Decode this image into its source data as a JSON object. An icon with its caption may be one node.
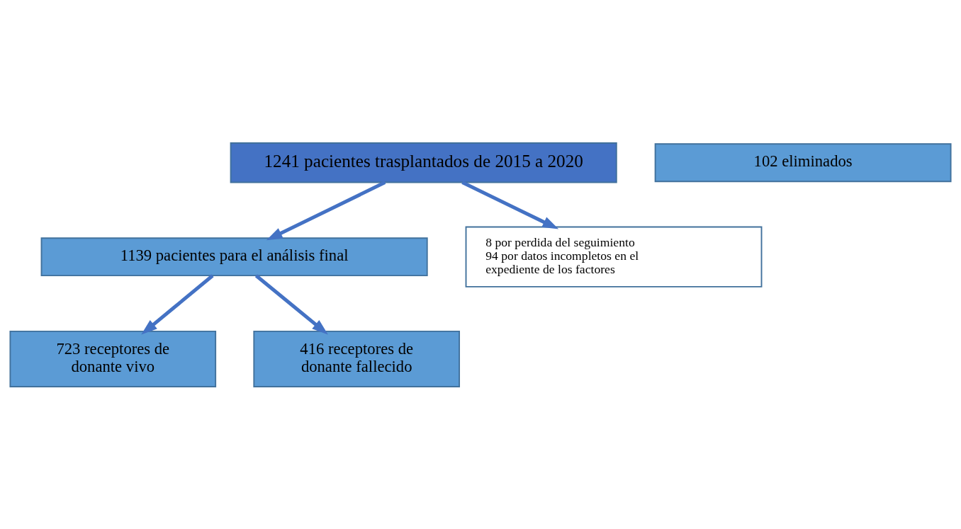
{
  "diagram": {
    "nodes": [
      {
        "text": [
          "1241 pacientes trasplantados de 2015 a 2020"
        ]
      },
      {
        "text": [
          "102 eliminados"
        ]
      },
      {
        "text": [
          "8 por perdida del seguimiento",
          "94 por datos incompletos en el expediente de los factores"
        ]
      },
      {
        "text": [
          "1139 pacientes para el análisis final"
        ]
      },
      {
        "text": [
          "723 receptores de donante vivo"
        ]
      },
      {
        "text": [
          "416 receptores de donante fallecido"
        ]
      }
    ],
    "edges": [
      {
        "from": 0,
        "to": 2,
        "arrow": "to"
      },
      {
        "from": 0,
        "to": 3,
        "arrow": "to"
      },
      {
        "from": 3,
        "to": 4,
        "arrow": "to"
      },
      {
        "from": 3,
        "to": 5,
        "arrow": "to"
      }
    ]
  }
}
